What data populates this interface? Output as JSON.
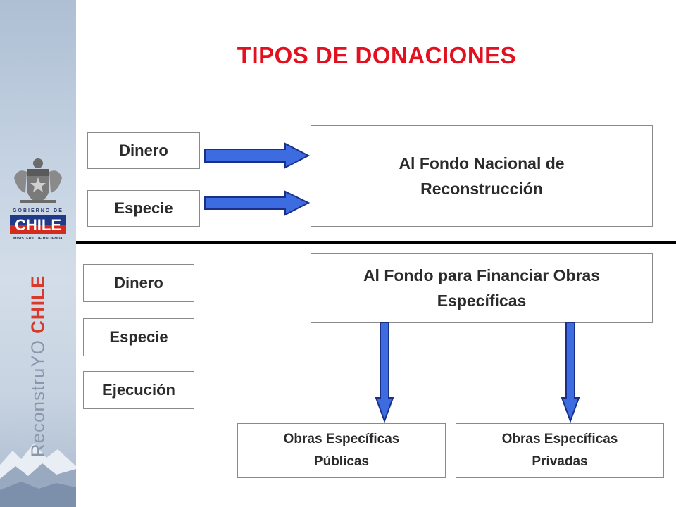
{
  "title": "TIPOS DE DONACIONES",
  "sidebar": {
    "gobierno": "GOBIERNO DE",
    "chile": "CHILE",
    "ministerio": "MINISTERIO DE HACIENDA",
    "campaign_prefix": "ReconstruYO",
    "campaign_suffix": "CHILE"
  },
  "top": {
    "sources": [
      "Dinero",
      "Especie"
    ],
    "destination": "Al Fondo Nacional de Reconstrucción"
  },
  "bottom": {
    "sources": [
      "Dinero",
      "Especie",
      "Ejecución"
    ],
    "destination": "Al Fondo para Financiar Obras Específicas",
    "targets": [
      "Obras Específicas Públicas",
      "Obras Específicas Privadas"
    ]
  },
  "colors": {
    "title": "#e3101f",
    "arrow_fill": "#3d6be0",
    "arrow_stroke": "#1a2f88"
  }
}
